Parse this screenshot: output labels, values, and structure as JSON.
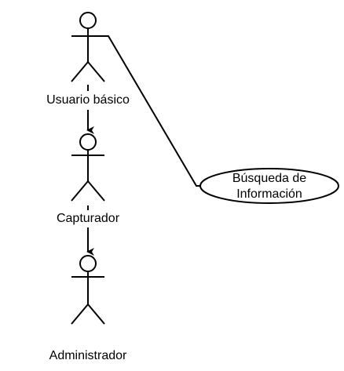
{
  "diagram": {
    "type": "use-case",
    "actors": [
      {
        "id": "usuario",
        "label": "Usuario básico"
      },
      {
        "id": "capturador",
        "label": "Capturador"
      },
      {
        "id": "administrador",
        "label": "Administrador"
      }
    ],
    "use_cases": [
      {
        "id": "busqueda",
        "label_line1": "Búsqueda de",
        "label_line2": "Información"
      }
    ],
    "relations": [
      {
        "from": "usuario",
        "to": "busqueda",
        "kind": "association"
      },
      {
        "from": "usuario",
        "to": "capturador",
        "kind": "dashed-arrow"
      },
      {
        "from": "capturador",
        "to": "administrador",
        "kind": "dashed-arrow"
      }
    ],
    "colors": {
      "stroke": "#000000",
      "background": "#ffffff"
    }
  }
}
